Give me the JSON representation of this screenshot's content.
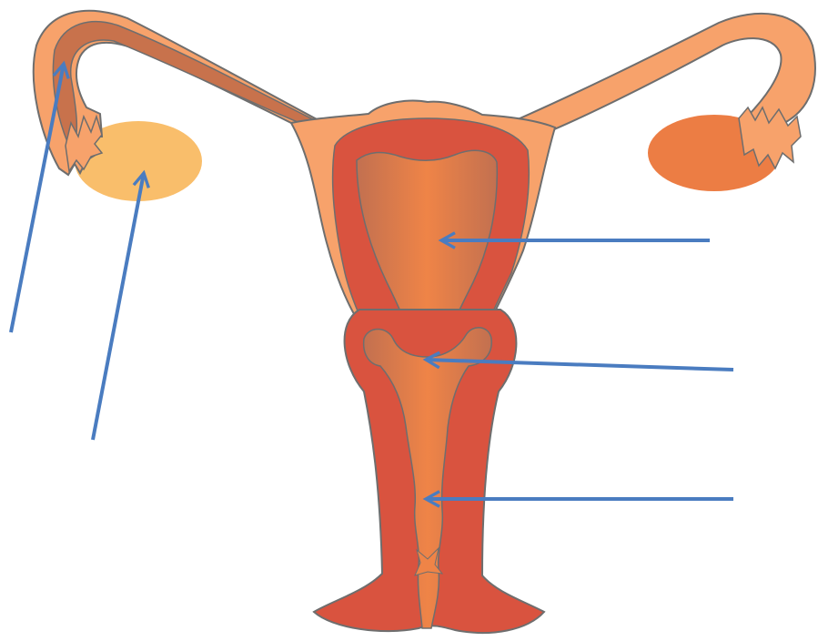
{
  "diagram": {
    "labels": [
      {
        "id": "fallopian-tube",
        "text": ""
      },
      {
        "id": "ovary",
        "text": ""
      },
      {
        "id": "uterus",
        "text": ""
      },
      {
        "id": "cervix",
        "text": ""
      },
      {
        "id": "vagina",
        "text": ""
      }
    ]
  },
  "colors": {
    "outer_wall": "#F7A26B",
    "muscle_wall": "#D9533F",
    "cavity_light": "#EF8447",
    "cavity_dark": "#C8744F",
    "tube_inner": "#C8724C",
    "ovary_left": "#F9BE6B",
    "ovary_right": "#EC7D44",
    "outline": "#6E6E6E",
    "arrow": "#4A7CC0"
  }
}
